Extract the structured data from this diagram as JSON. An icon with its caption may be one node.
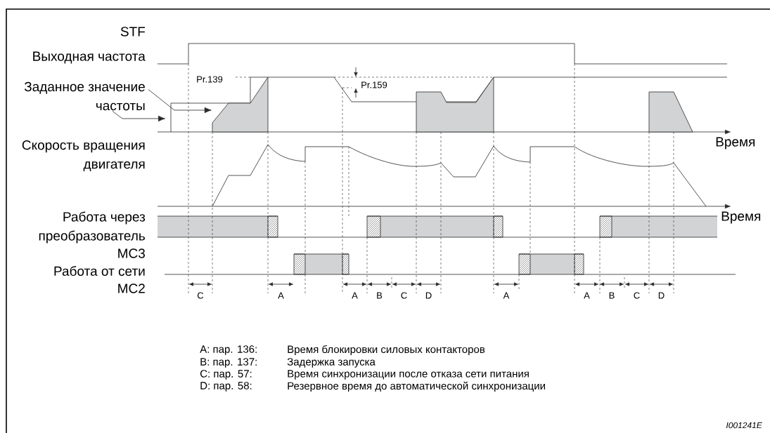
{
  "diagram": {
    "nodes": [
      {
        "text": [
          "Заданное значение частоты"
        ]
      },
      {
        "text": [],
        "shape": "polygon"
      },
      {
        "text": [],
        "shape": "polygon"
      },
      {
        "text": [],
        "shape": "polygon"
      }
    ],
    "edges": [
      {
        "from": 0,
        "to": 1,
        "arrow": "to"
      },
      {
        "from": 0,
        "to": null,
        "arrow": "to"
      }
    ],
    "labels": [
      "STF",
      "Выходная частота",
      "Pr.139",
      "Pr.159",
      "Время",
      "Скорость вращения двигателя",
      "Время",
      "Работа через преобразователь",
      "MC3",
      "Работа от сети",
      "MC2",
      "C",
      "A",
      "A",
      "B",
      "C",
      "D",
      "A",
      "A",
      "B",
      "C",
      "D",
      "A: пар. 136:",
      "Время блокировки силовых контакторов",
      "B: пар. 137:",
      "Задержка запуска",
      "C: пар. 57:",
      "Время синхронизации после отказа сети питания",
      "D: пар. 58:",
      "Резервное время до автоматической синхронизации",
      "I001241E"
    ]
  }
}
